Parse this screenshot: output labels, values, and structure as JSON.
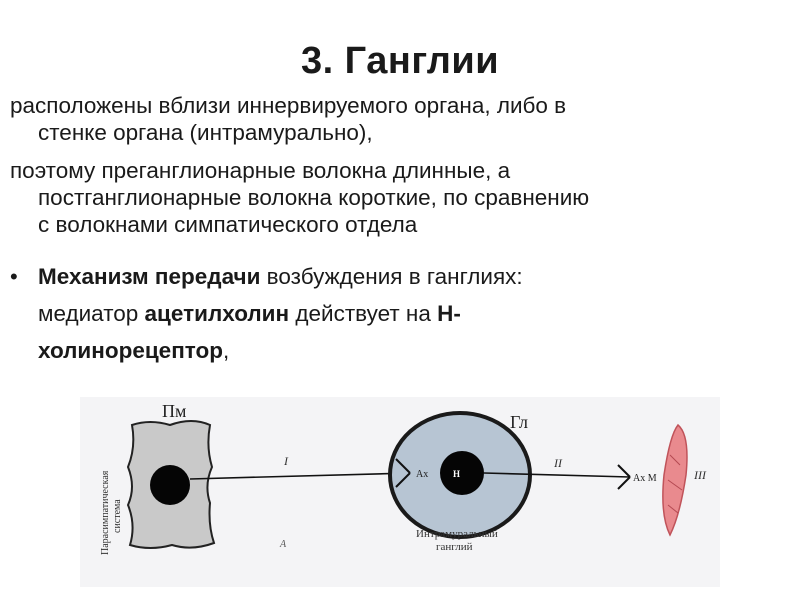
{
  "title": "3. Ганглии",
  "paragraph1": {
    "line1": "расположены вблизи иннервируемого органа, либо в",
    "line2": "стенке органа (интрамурально),"
  },
  "paragraph2": {
    "line1": "поэтому преганглионарные волокна длинные, а",
    "line2": "постганглионарные волокна короткие, по сравнению",
    "line3": "с волокнами симпатического отдела"
  },
  "bullet": {
    "bold1": "Механизм передачи",
    "text1": " возбуждения в ганглиях:",
    "text2": "медиатор ",
    "bold2": "ацетилхолин",
    "text3": " действует на ",
    "bold3": "Н-",
    "bold4": "холинорецептор",
    "text4": ","
  },
  "diagram": {
    "side_label_line1": "Парасимпатическая",
    "side_label_line2": "система",
    "pm_label": "Пм",
    "gl_label": "Гл",
    "fiber1_label": "I",
    "fiber2_label": "II",
    "organ_label": "III",
    "ax_label_ganglion": "Ах",
    "receptor_label": "Н",
    "ax_m_label": "Ах М",
    "ganglion_caption_line1": "Интрамуральный",
    "ganglion_caption_line2": "ганглий",
    "a_label": "А",
    "colors": {
      "neuron_fill": "#c9c9c9",
      "nucleus": "#050505",
      "ganglion_fill": "#b7c5d3",
      "ganglion_border": "#1a1a1a",
      "organ": "#e98a8e"
    }
  }
}
